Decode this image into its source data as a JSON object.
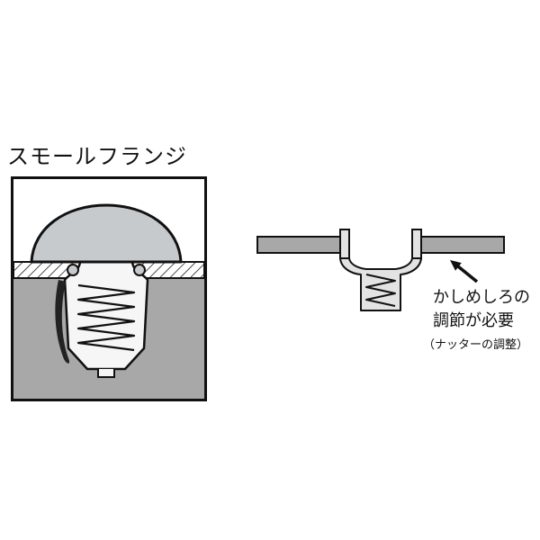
{
  "title": "スモールフランジ",
  "annotation": {
    "line1": "かしめしろの",
    "line2": "調節が必要",
    "note": "（ナッターの調整）"
  },
  "icons": {
    "arrow": "annotation-arrow"
  },
  "colors": {
    "background": "#ffffff",
    "outline_black": "#111111",
    "material_gray": "#a8a8a8",
    "flange_gray": "#c6cacd",
    "nut_gray": "#e3e3e3",
    "shadow_dark": "#222222"
  }
}
